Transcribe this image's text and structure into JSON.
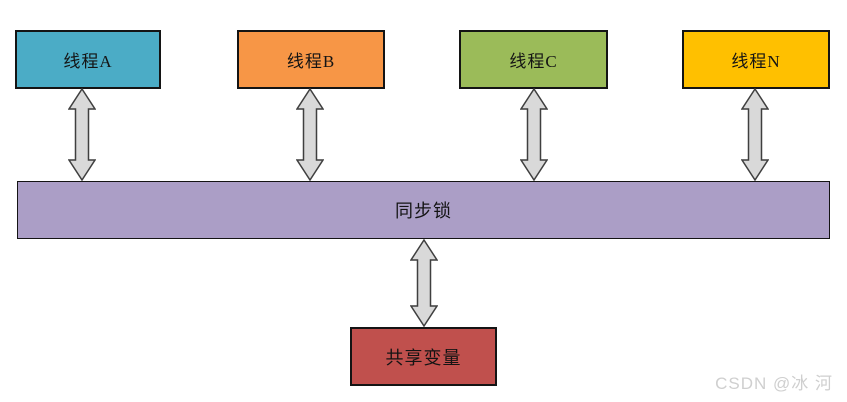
{
  "diagram": {
    "title": "thread-synchronization-lock-diagram",
    "threads": [
      {
        "label": "线程A",
        "color": "#4BACC6"
      },
      {
        "label": "线程B",
        "color": "#F79646"
      },
      {
        "label": "线程C",
        "color": "#9BBB59"
      },
      {
        "label": "线程N",
        "color": "#FFC000"
      }
    ],
    "sync_lock": {
      "label": "同步锁",
      "color": "#AB9EC6"
    },
    "shared_variable": {
      "label": "共享变量",
      "color": "#C0504D"
    },
    "arrow": {
      "style": "double-headed-vertical",
      "fill_color": "#D9D9D9",
      "outline_color": "#3F3F3F"
    },
    "border_color": "#141414",
    "background_color": "#FFFFFF"
  },
  "watermark": {
    "text": "CSDN @冰 河",
    "color": "#CFCFCF"
  }
}
